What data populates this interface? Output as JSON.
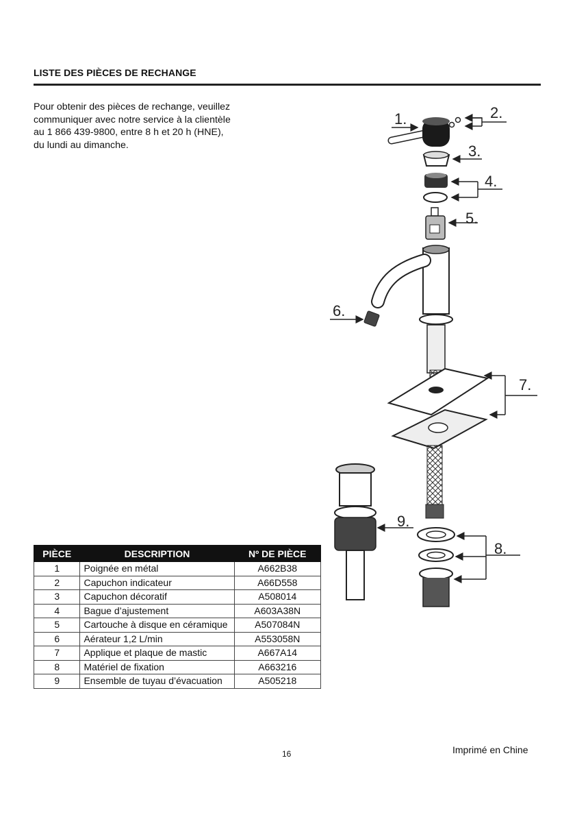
{
  "section_title": "LISTE DES PIÈCES DE RECHANGE",
  "intro_lines": [
    "Pour obtenir des pièces de rechange, veuillez",
    "communiquer avec notre service à la clientèle",
    "au 1 866 439-9800, entre 8 h et 20 h (HNE),",
    "du lundi au dimanche."
  ],
  "table": {
    "headers": [
      "PIÈCE",
      "DESCRIPTION",
      "Nº DE PIÈCE"
    ],
    "rows": [
      {
        "piece": "1",
        "description": "Poignée en métal",
        "part_no": "A662B38"
      },
      {
        "piece": "2",
        "description": "Capuchon indicateur",
        "part_no": "A66D558"
      },
      {
        "piece": "3",
        "description": "Capuchon décoratif",
        "part_no": "A508014"
      },
      {
        "piece": "4",
        "description": "Bague d’ajustement",
        "part_no": "A603A38N"
      },
      {
        "piece": "5",
        "description": "Cartouche à disque en céramique",
        "part_no": "A507084N"
      },
      {
        "piece": "6",
        "description": "Aérateur 1,2 L/min",
        "part_no": "A553058N"
      },
      {
        "piece": "7",
        "description": "Applique et plaque de mastic",
        "part_no": "A667A14"
      },
      {
        "piece": "8",
        "description": "Matériel de fixation",
        "part_no": "A663216"
      },
      {
        "piece": "9",
        "description": "Ensemble de tuyau d’évacuation",
        "part_no": "A505218"
      }
    ]
  },
  "diagram_labels": [
    "1.",
    "2.",
    "3.",
    "4.",
    "5.",
    "6.",
    "7.",
    "8.",
    "9."
  ],
  "page_number": "16",
  "printed_in": "Imprimé en Chine"
}
